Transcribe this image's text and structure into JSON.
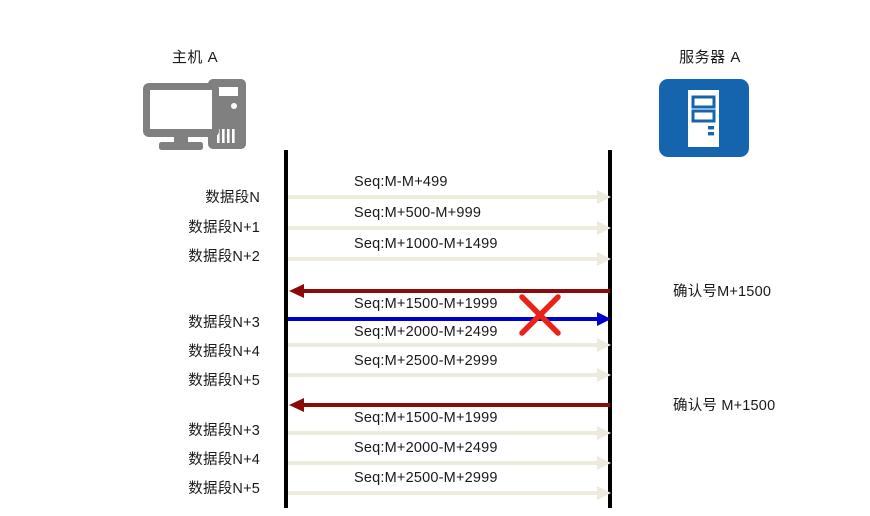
{
  "diagram": {
    "title_host": "主机 A",
    "title_server": "服务器 A",
    "host_icon": "desktop-computer-icon",
    "server_icon": "server-tower-icon",
    "loss_marker": "red-x-icon",
    "colors": {
      "data_arrow": "#EDEADE",
      "ack_arrow": "#8B0A0A",
      "lost_arrow": "#0000CC",
      "loss_x": "#E8231A",
      "lifeline": "#000000",
      "server_icon_bg": "#1565AE",
      "host_icon_fill": "#808080"
    }
  },
  "left_labels": [
    {
      "text": "数据段N"
    },
    {
      "text": "数据段N+1"
    },
    {
      "text": "数据段N+2"
    },
    {
      "text": "数据段N+3"
    },
    {
      "text": "数据段N+4"
    },
    {
      "text": "数据段N+5"
    },
    {
      "text": "数据段N+3"
    },
    {
      "text": "数据段N+4"
    },
    {
      "text": "数据段N+5"
    }
  ],
  "right_labels": [
    {
      "text": "确认号M+1500"
    },
    {
      "text": "确认号 M+1500"
    }
  ],
  "messages": [
    {
      "label": "Seq:M-M+499",
      "kind": "data",
      "direction": "host-to-server"
    },
    {
      "label": "Seq:M+500-M+999",
      "kind": "data",
      "direction": "host-to-server"
    },
    {
      "label": "Seq:M+1000-M+1499",
      "kind": "data",
      "direction": "host-to-server"
    },
    {
      "label": "",
      "kind": "ack",
      "direction": "server-to-host"
    },
    {
      "label": "Seq:M+1500-M+1999",
      "kind": "lost",
      "direction": "host-to-server"
    },
    {
      "label": "Seq:M+2000-M+2499",
      "kind": "data",
      "direction": "host-to-server"
    },
    {
      "label": "Seq:M+2500-M+2999",
      "kind": "data",
      "direction": "host-to-server"
    },
    {
      "label": "",
      "kind": "ack",
      "direction": "server-to-host"
    },
    {
      "label": "Seq:M+1500-M+1999",
      "kind": "data",
      "direction": "host-to-server"
    },
    {
      "label": "Seq:M+2000-M+2499",
      "kind": "data",
      "direction": "host-to-server"
    },
    {
      "label": "Seq:M+2500-M+2999",
      "kind": "data",
      "direction": "host-to-server"
    }
  ]
}
